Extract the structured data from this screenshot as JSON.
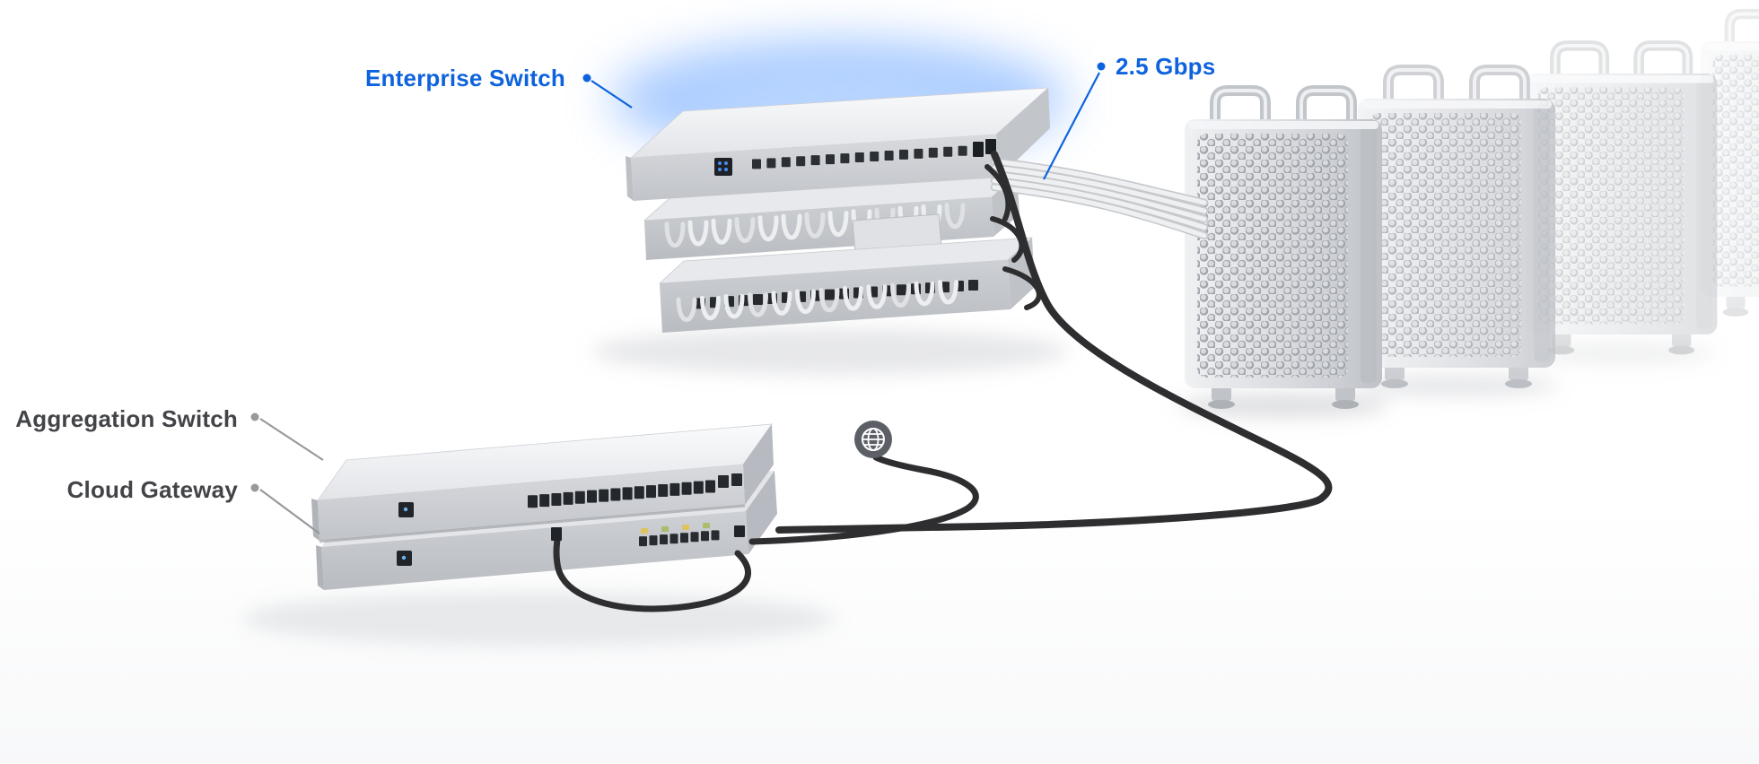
{
  "diagram": {
    "labels": {
      "enterprise_switch": "Enterprise Switch",
      "speed": "2.5 Gbps",
      "aggregation_switch": "Aggregation Switch",
      "cloud_gateway": "Cloud Gateway"
    },
    "colors": {
      "accent_blue": "#0d63dd",
      "label_gray": "#434448",
      "leader_gray": "#97999d",
      "cable_dark": "#2e2e30",
      "cable_light": "#eef0f2",
      "glow_blue": "#7db0ff",
      "device_silver": "#d4d7db",
      "globe_gray": "#5c6066"
    },
    "icons": {
      "globe": "globe-icon"
    }
  }
}
